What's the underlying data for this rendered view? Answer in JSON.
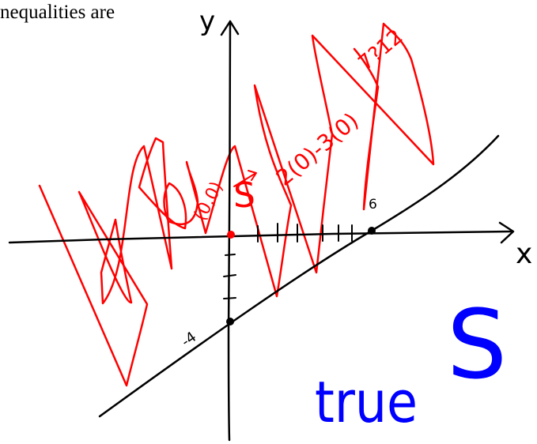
{
  "printed_text": "nequalities are",
  "axes": {
    "x_label": "x",
    "y_label": "y",
    "x_intercept_label": "6",
    "y_intercept_label": "-4"
  },
  "annotations": {
    "test_point": "(0,0)",
    "substitution": "2(0)-3(0)",
    "comparison": "7?12",
    "region_label": "S",
    "result_word": "true",
    "result_letter": "S"
  },
  "colors": {
    "axis_ink": "#000000",
    "red_ink": "#ff0000",
    "blue_ink": "#0000ff"
  }
}
